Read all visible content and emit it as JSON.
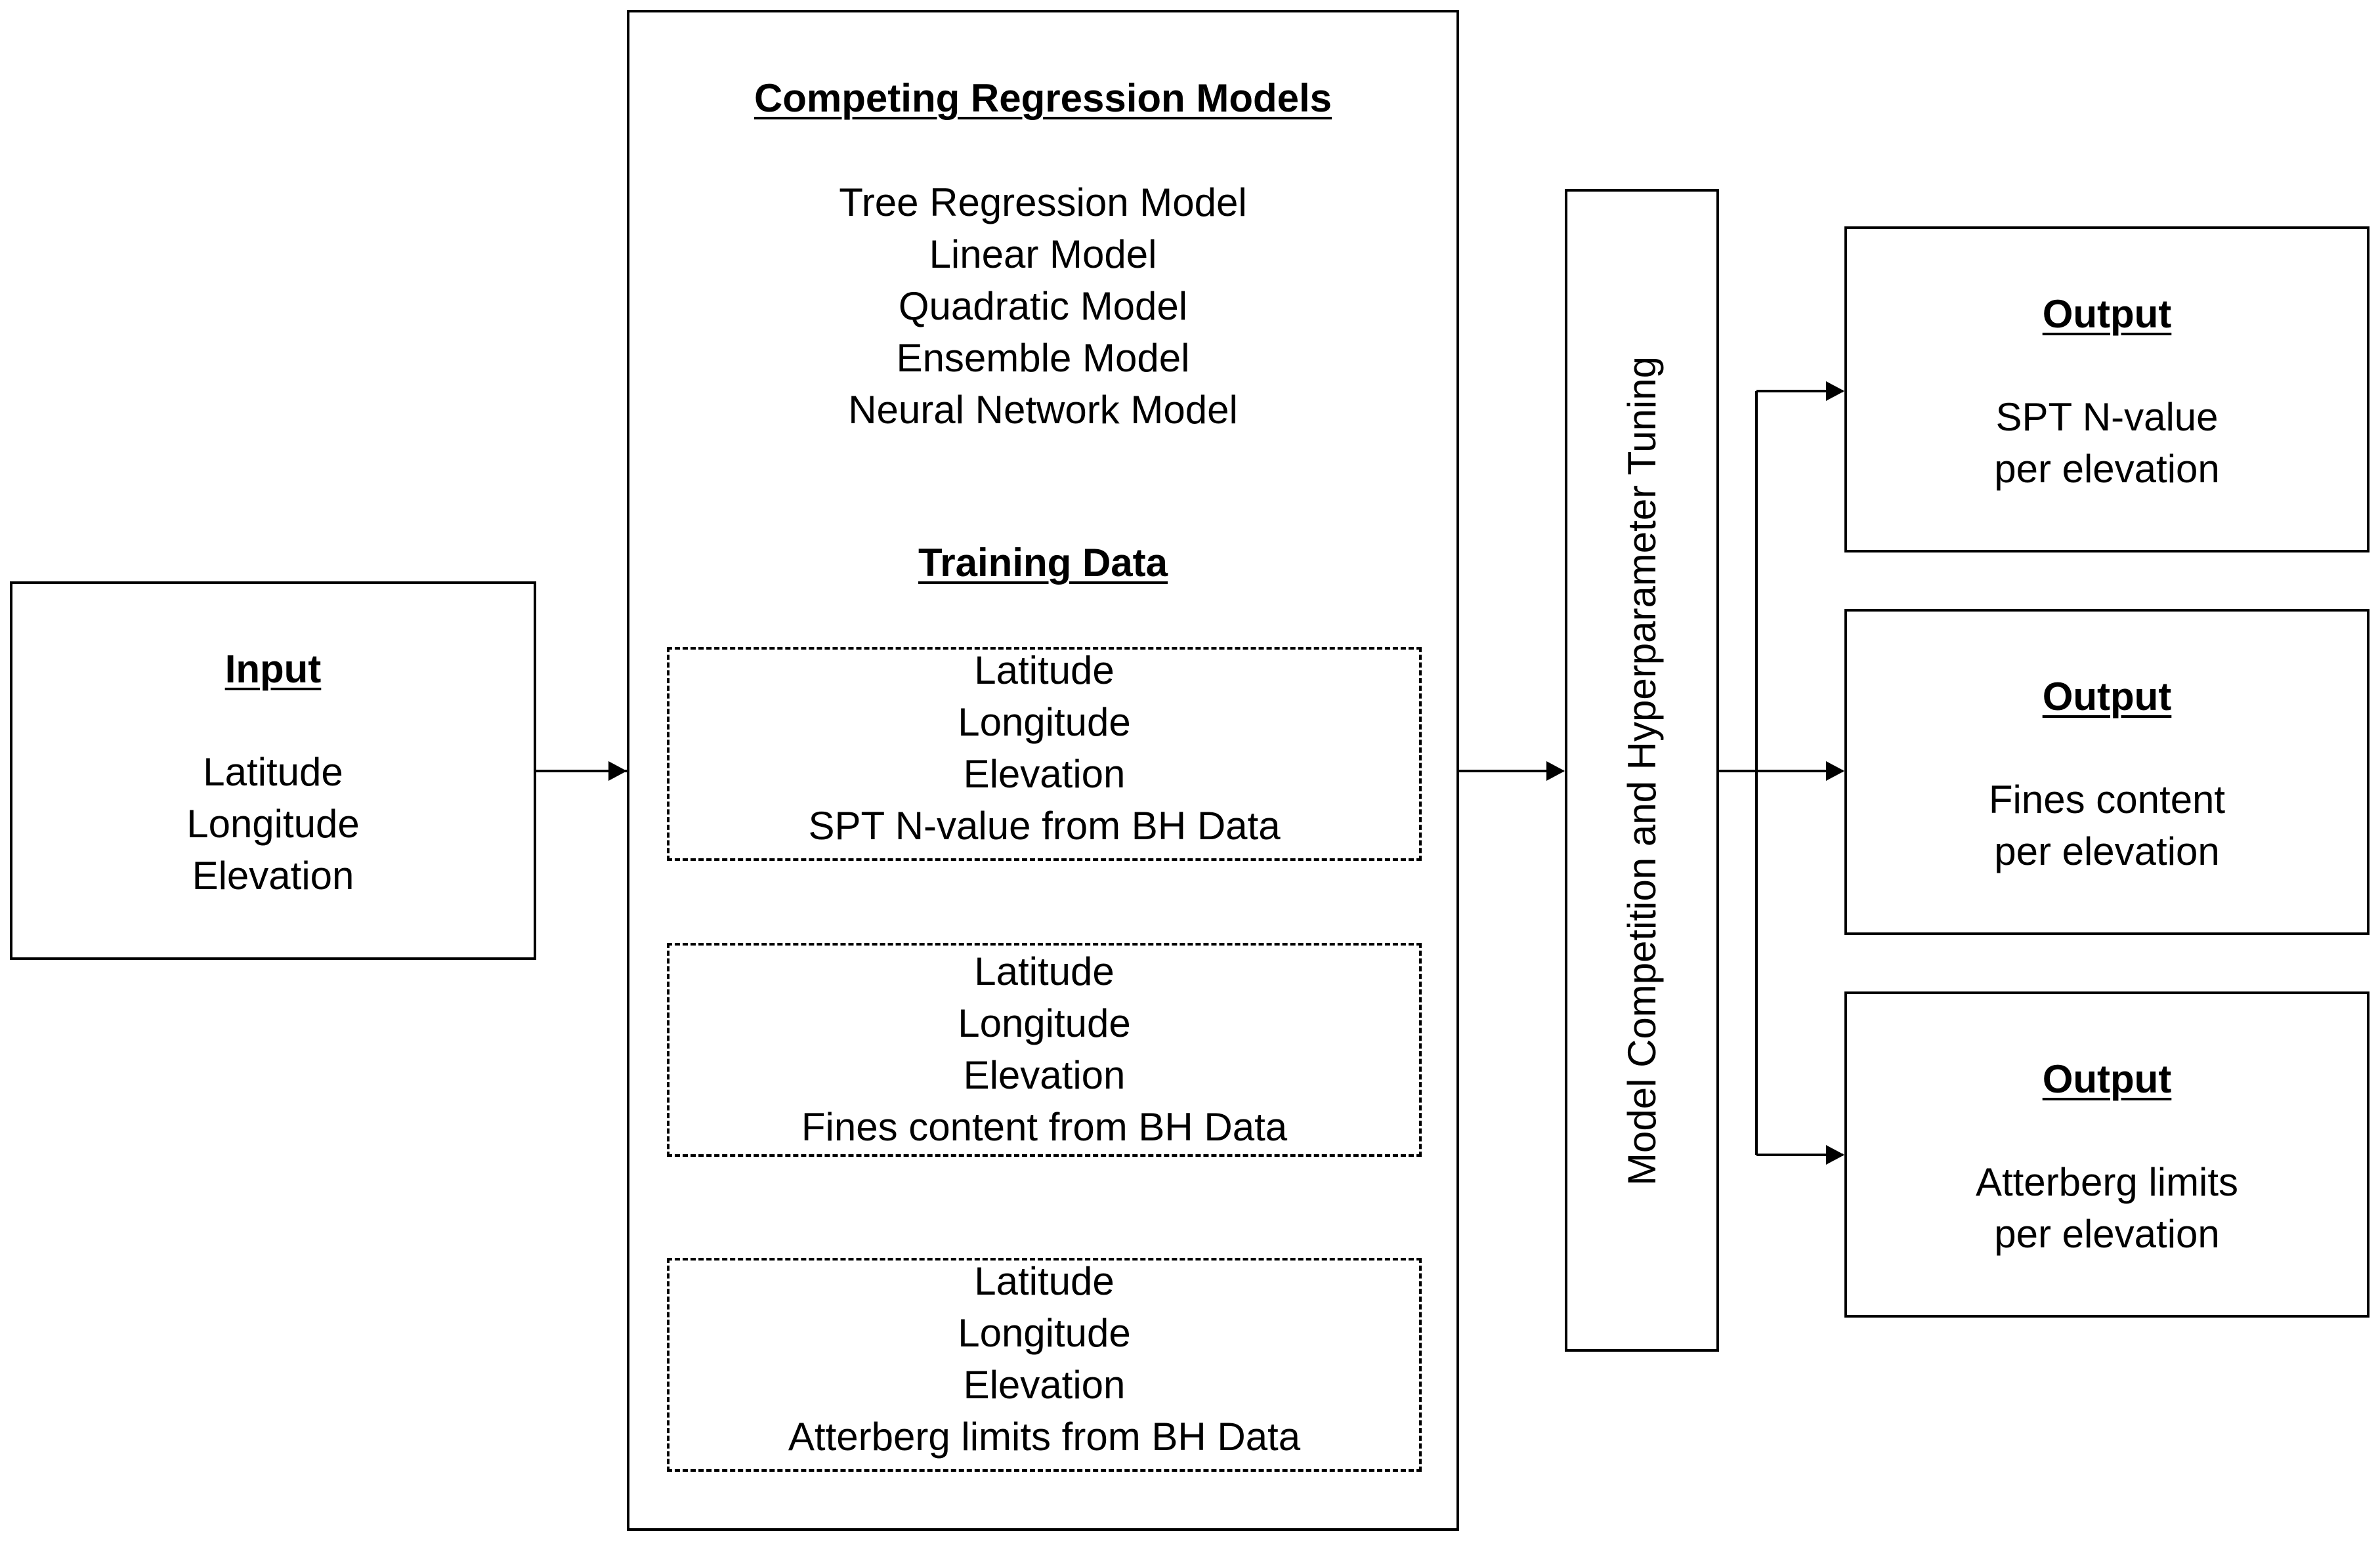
{
  "input": {
    "heading": "Input",
    "lines": [
      "Latitude",
      "Longitude",
      "Elevation"
    ]
  },
  "models": {
    "heading": "Competing  Regression Models",
    "items": [
      "Tree Regression Model",
      "Linear Model",
      "Quadratic Model",
      "Ensemble Model",
      "Neural Network Model"
    ]
  },
  "training": {
    "heading": "Training Data",
    "sets": [
      {
        "lines": [
          "Latitude",
          "Longitude",
          "Elevation",
          "SPT N-value from BH Data"
        ]
      },
      {
        "lines": [
          "Latitude",
          "Longitude",
          "Elevation",
          "Fines content from BH Data"
        ]
      },
      {
        "lines": [
          "Latitude",
          "Longitude",
          "Elevation",
          "Atterberg limits from BH Data"
        ]
      }
    ]
  },
  "tuning": {
    "label": "Model Competition and Hyperparameter Tuning"
  },
  "outputs": [
    {
      "heading": "Output",
      "lines": [
        "SPT N-value",
        "per elevation"
      ]
    },
    {
      "heading": "Output",
      "lines": [
        "Fines content",
        "per elevation"
      ]
    },
    {
      "heading": "Output",
      "lines": [
        "Atterberg limits",
        "per elevation"
      ]
    }
  ]
}
